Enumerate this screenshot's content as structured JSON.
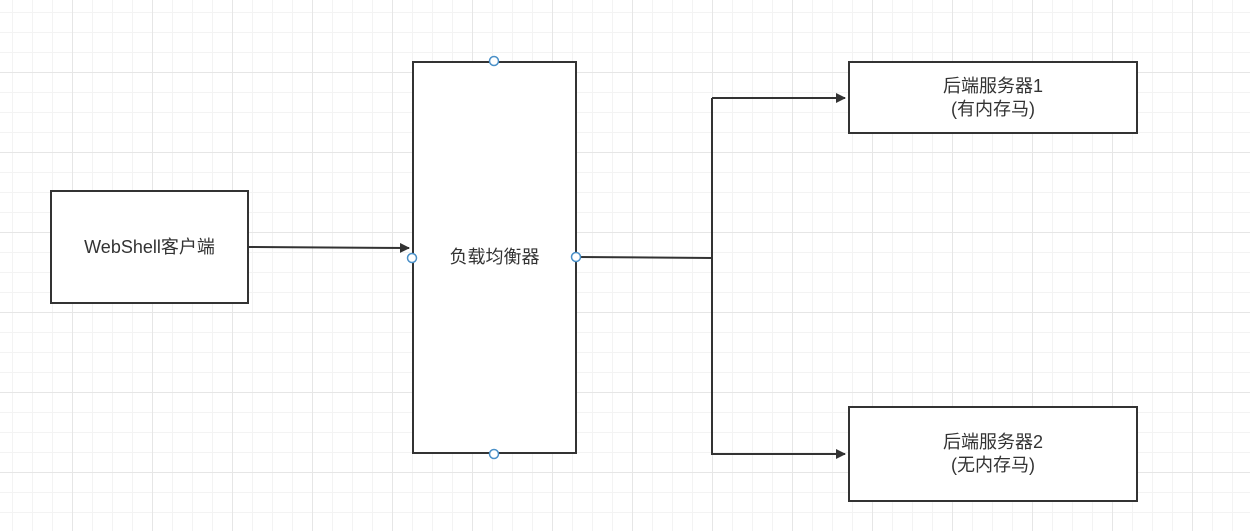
{
  "nodes": {
    "client": {
      "label": "WebShell客户端"
    },
    "load_balancer": {
      "label": "负载均衡器"
    },
    "server1": {
      "label_line1": "后端服务器1",
      "label_line2": "(有内存马)"
    },
    "server2": {
      "label_line1": "后端服务器2",
      "label_line2": "(无内存马)"
    }
  },
  "edges": [
    {
      "from": "client",
      "to": "load_balancer"
    },
    {
      "from": "load_balancer",
      "to": "server1"
    },
    {
      "from": "load_balancer",
      "to": "server2"
    }
  ],
  "colors": {
    "stroke": "#333333",
    "grid": "#e6e6e6",
    "handle": "#4a90c8"
  }
}
